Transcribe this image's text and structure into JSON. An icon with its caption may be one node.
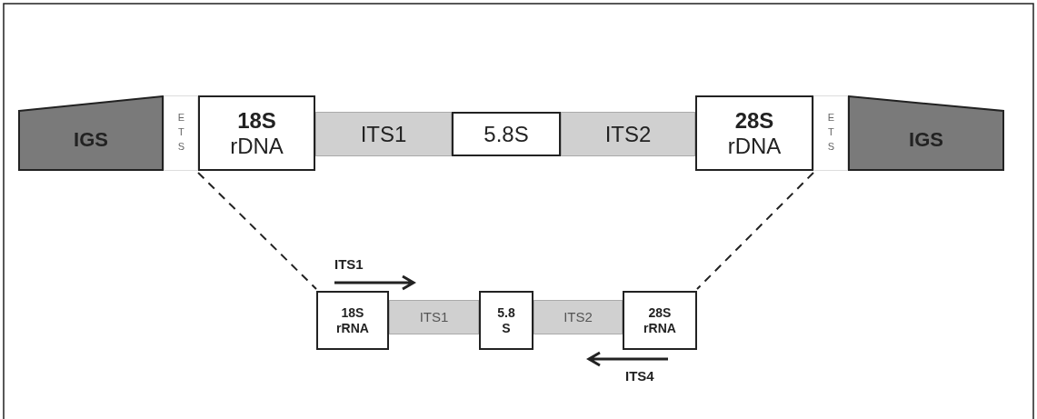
{
  "diagram": {
    "nodes": [
      {
        "text": [
          "IGS"
        ]
      },
      {
        "text": [
          "ETS"
        ]
      },
      {
        "text": [
          "**18S** rDNA"
        ]
      },
      {
        "text": [
          "ITS1"
        ]
      },
      {
        "text": [
          "5.8S"
        ]
      },
      {
        "text": [
          "ITS2"
        ]
      },
      {
        "text": [
          "**28S** rDNA"
        ]
      },
      {
        "text": [
          "ETS"
        ]
      },
      {
        "text": [
          "IGS"
        ]
      },
      {
        "text": [
          "18S rRNA"
        ]
      },
      {
        "text": [
          "ITS1"
        ]
      },
      {
        "text": [
          "5.8 S"
        ]
      },
      {
        "text": [
          "ITS2"
        ]
      },
      {
        "text": [
          "28S rRNA"
        ]
      }
    ],
    "edges": [
      {
        "from": 2,
        "to": 9,
        "arrow": "none",
        "style": "dashed"
      },
      {
        "from": 6,
        "to": 13,
        "arrow": "none",
        "style": "dashed"
      }
    ],
    "labels": [
      "ITS1",
      "ITS4"
    ]
  }
}
